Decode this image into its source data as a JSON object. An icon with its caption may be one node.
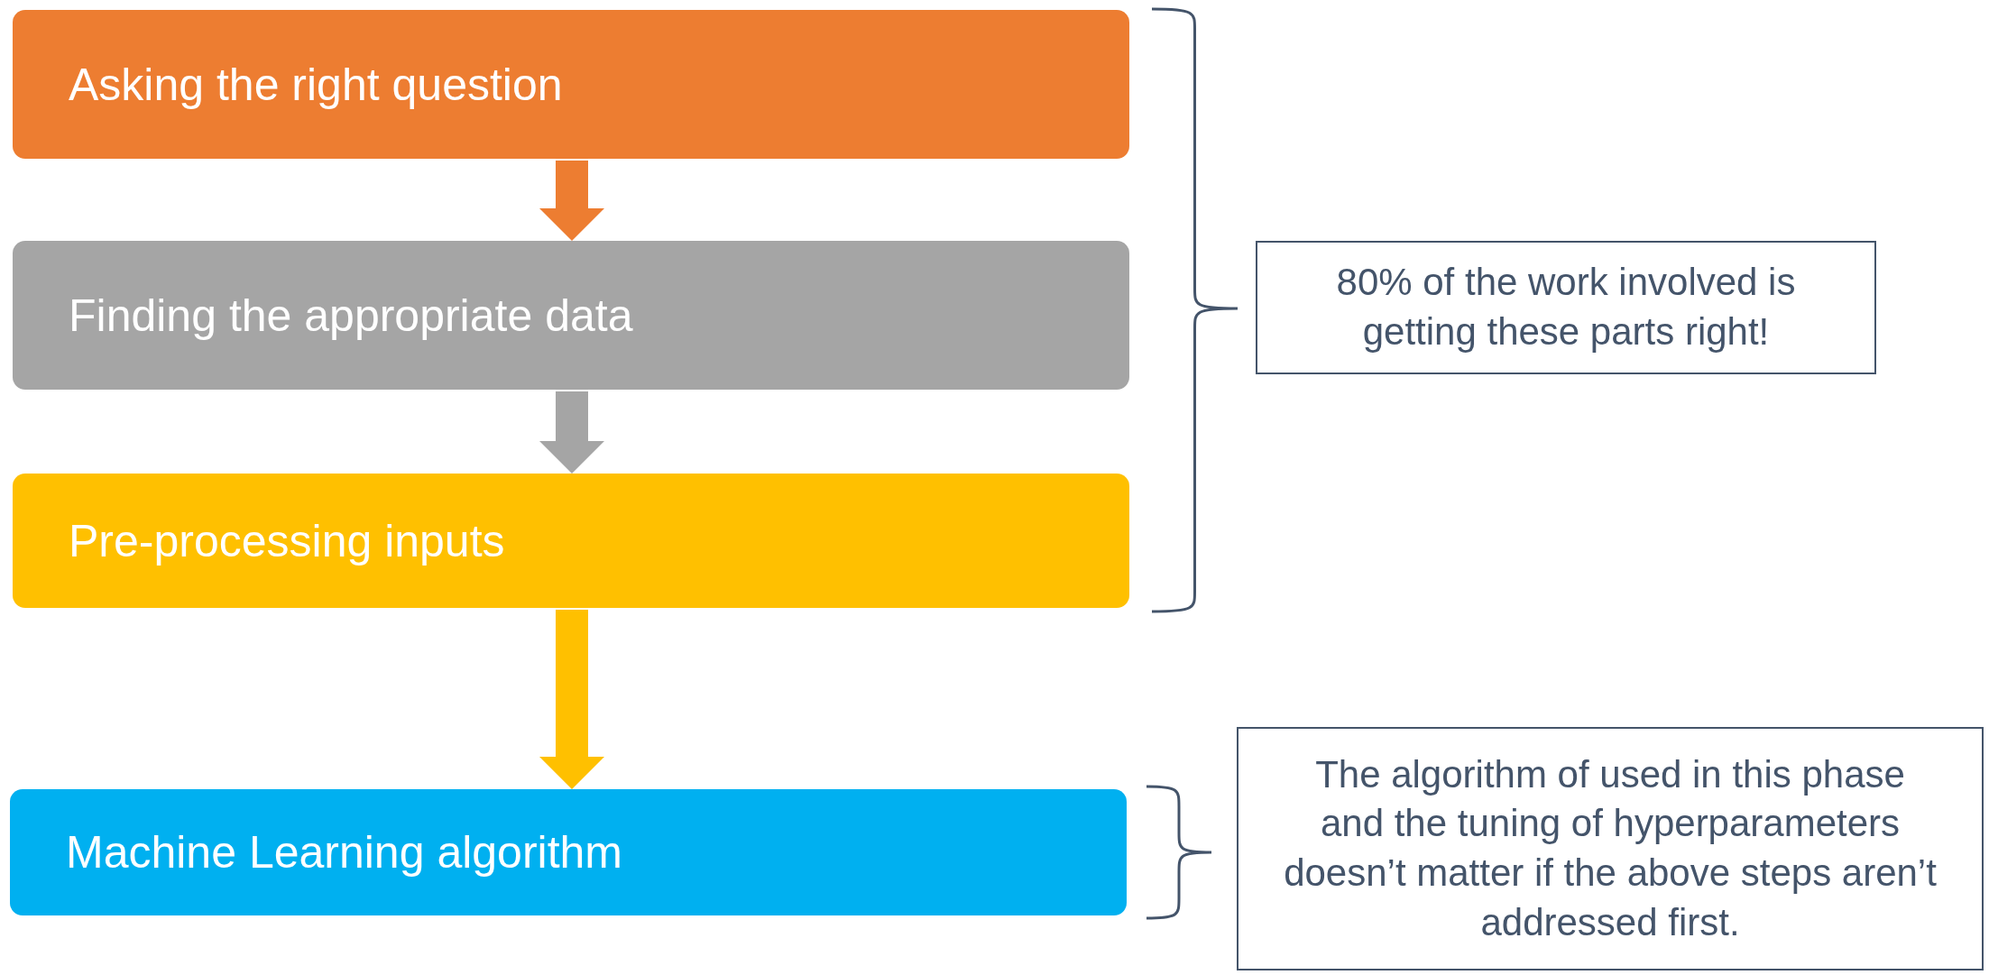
{
  "diagram": {
    "nodes": [
      {
        "text": [
          "Asking the right question"
        ]
      },
      {
        "text": [
          "Finding the appropriate data"
        ]
      },
      {
        "text": [
          "Pre-processing inputs"
        ]
      },
      {
        "text": [
          "Machine Learning algorithm"
        ]
      },
      {
        "text": [
          "80% of the work involved is getting these parts right!"
        ]
      },
      {
        "text": [
          "The algorithm of used in this phase and the tuning of hyperparameters doesn’t matter if the above steps aren’t addressed first."
        ]
      }
    ],
    "edges": [
      {
        "from": 0,
        "to": 1,
        "arrow": "to",
        "color": "#ed7d31"
      },
      {
        "from": 1,
        "to": 2,
        "arrow": "to",
        "color": "#a5a5a5"
      },
      {
        "from": 2,
        "to": 3,
        "arrow": "to",
        "color": "#ffc000"
      }
    ]
  }
}
